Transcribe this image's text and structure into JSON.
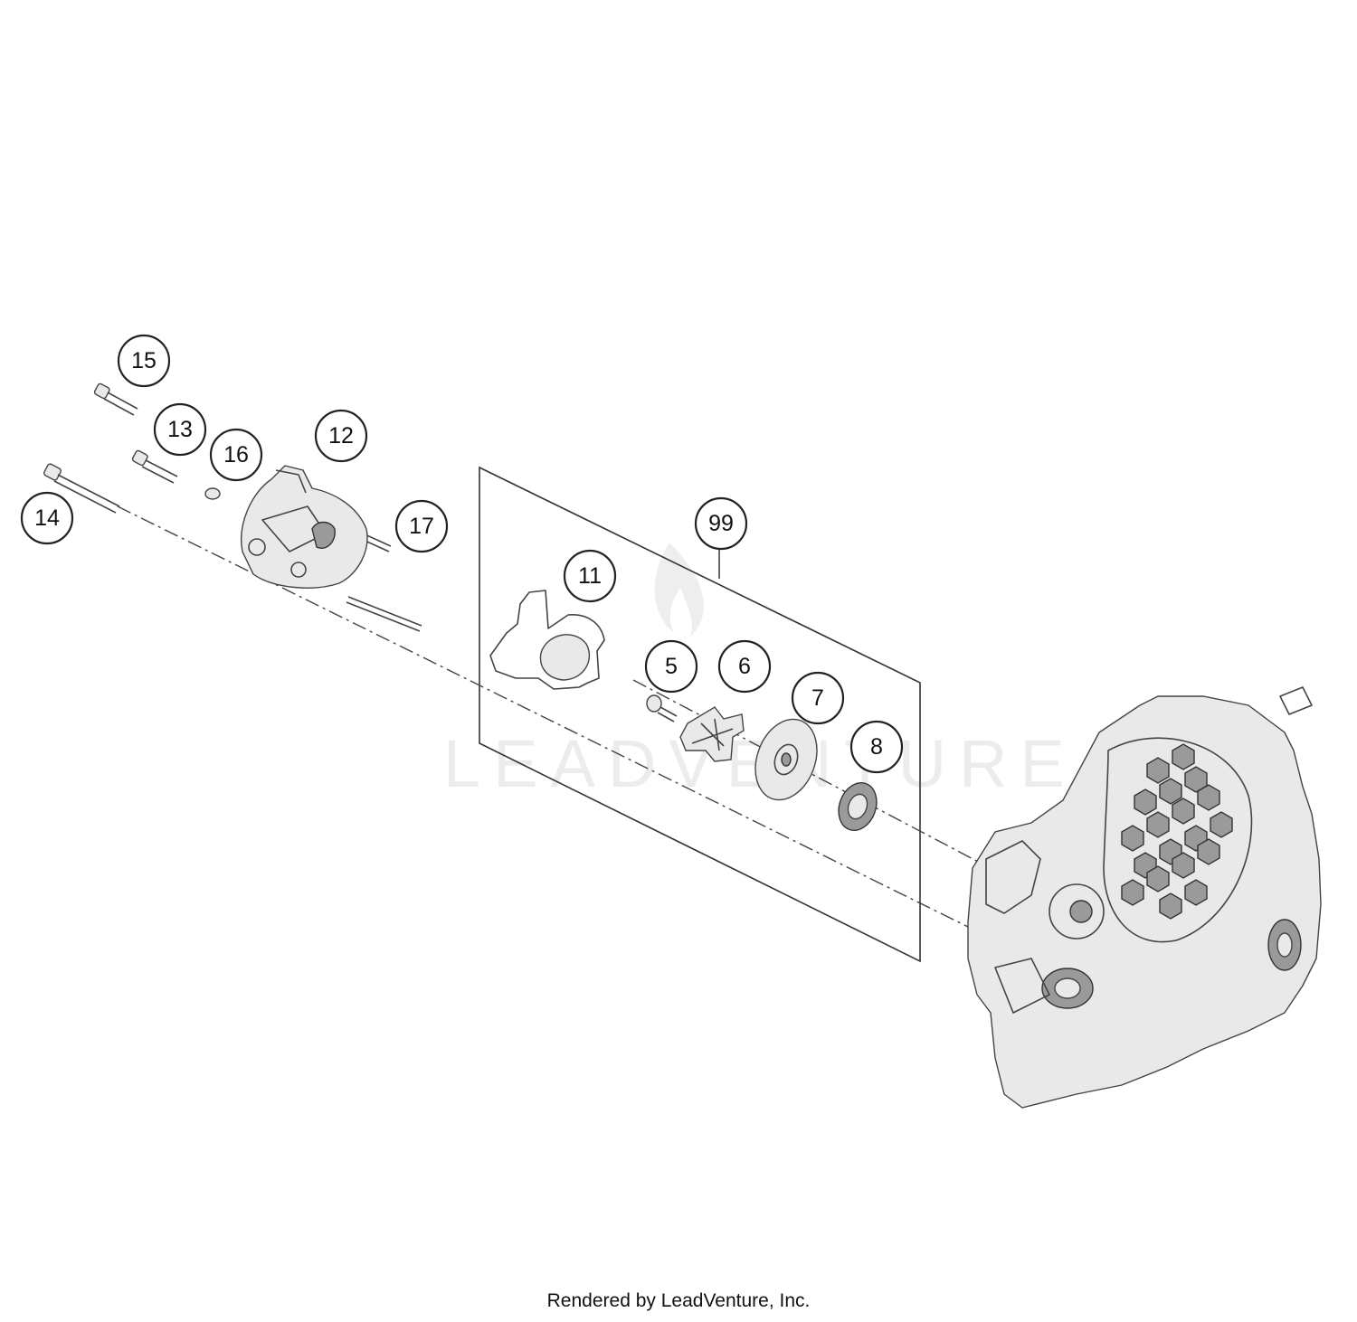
{
  "watermark": "LEADVENTURE",
  "callouts": [
    {
      "id": "c15",
      "label": "15"
    },
    {
      "id": "c13",
      "label": "13"
    },
    {
      "id": "c16",
      "label": "16"
    },
    {
      "id": "c12",
      "label": "12"
    },
    {
      "id": "c14",
      "label": "14"
    },
    {
      "id": "c17",
      "label": "17"
    },
    {
      "id": "c99",
      "label": "99"
    },
    {
      "id": "c11",
      "label": "11"
    },
    {
      "id": "c5",
      "label": "5"
    },
    {
      "id": "c6",
      "label": "6"
    },
    {
      "id": "c7",
      "label": "7"
    },
    {
      "id": "c8",
      "label": "8"
    }
  ],
  "footer": "Rendered by LeadVenture, Inc."
}
